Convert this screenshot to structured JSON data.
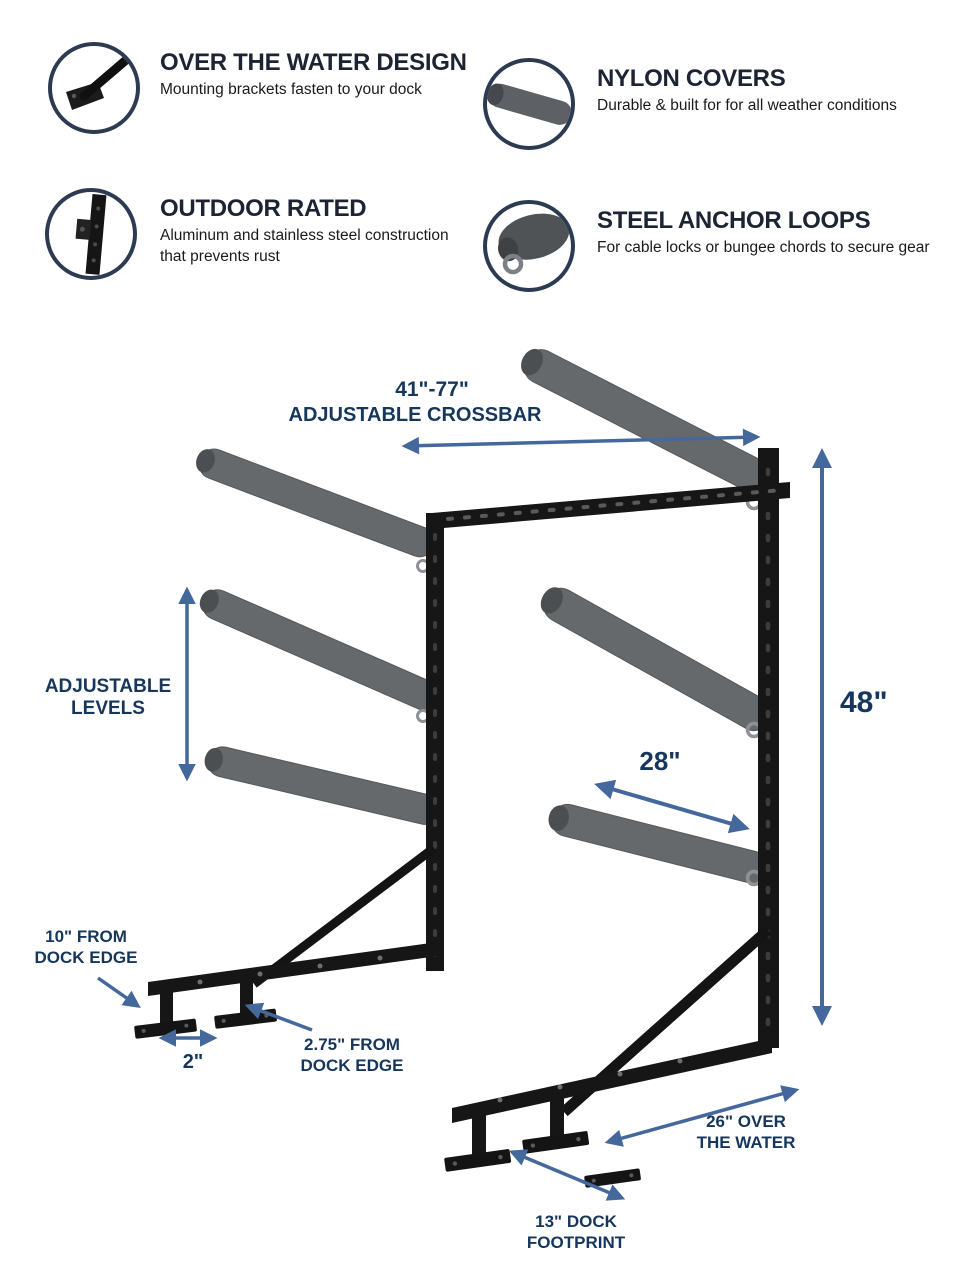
{
  "features": [
    {
      "title": "OVER THE WATER DESIGN",
      "desc": "Mounting brackets fasten to your dock"
    },
    {
      "title": "NYLON COVERS",
      "desc": "Durable & built for for all weather conditions"
    },
    {
      "title": "OUTDOOR RATED",
      "desc": "Aluminum and stainless steel construction that prevents rust"
    },
    {
      "title": "STEEL ANCHOR LOOPS",
      "desc": "For cable locks or bungee chords to secure gear"
    }
  ],
  "diagram": {
    "crossbar_range": "41\"-77\"",
    "crossbar_label": "ADJUSTABLE CROSSBAR",
    "levels_label_1": "ADJUSTABLE",
    "levels_label_2": "LEVELS",
    "depth": "28\"",
    "height": "48\"",
    "dock_edge_left_1": "10\" FROM",
    "dock_edge_left_2": "DOCK EDGE",
    "edge_offset": "2\"",
    "dock_edge_mid_1": "2.75\" FROM",
    "dock_edge_mid_2": "DOCK EDGE",
    "over_water_1": "26\" OVER",
    "over_water_2": "THE WATER",
    "footprint_1": "13\" DOCK",
    "footprint_2": "FOOTPRINT"
  },
  "colors": {
    "accent_blue": "#44689c",
    "label_navy": "#16365c",
    "rack_black": "#161616",
    "pad_gray": "#66696c"
  }
}
